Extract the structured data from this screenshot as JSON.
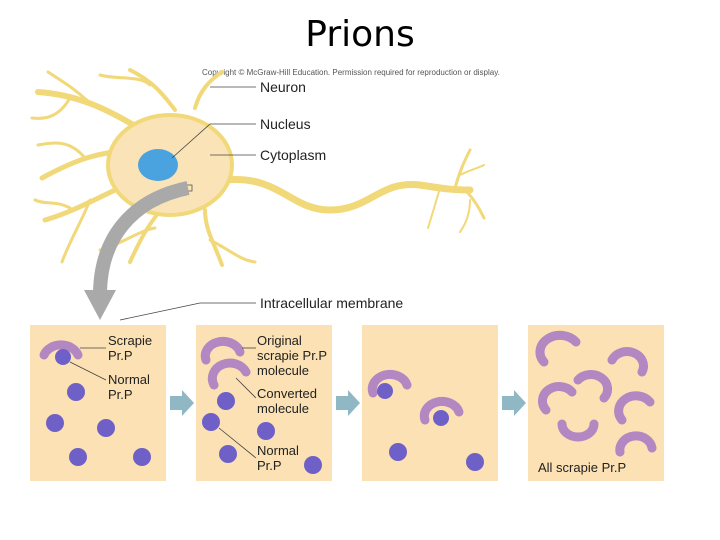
{
  "slide": {
    "title": "Prions"
  },
  "figure": {
    "copyright": "Copyright © McGraw-Hill Education. Permission required for reproduction or display.",
    "labels": {
      "neuron": "Neuron",
      "nucleus": "Nucleus",
      "cytoplasm": "Cytoplasm",
      "intracellular_membrane": "Intracellular membrane"
    },
    "panel1": {
      "scrapie_prp": [
        "Scrapie",
        "Pr.P"
      ],
      "normal_prp": [
        "Normal",
        "Pr.P"
      ]
    },
    "panel2": {
      "original": [
        "Original",
        "scrapie Pr.P",
        "molecule"
      ],
      "converted": [
        "Converted",
        "molecule"
      ],
      "normal": [
        "Normal",
        "Pr.P"
      ]
    },
    "panel4": {
      "caption": "All scrapie Pr.P"
    },
    "colors": {
      "background": "#ffffff",
      "neuron": "#f6e59b",
      "neuron_outline": "#efcf6a",
      "cell_body": "#fbe3b8",
      "nucleus": "#4aa3df",
      "panel": "#fbe1b3",
      "scrapie_prp": "#b287c2",
      "normal_prp": "#6f60c8",
      "arrow": "#8fb8c4",
      "big_arrow": "#a9a9a9",
      "leader_line": "#444444"
    }
  }
}
